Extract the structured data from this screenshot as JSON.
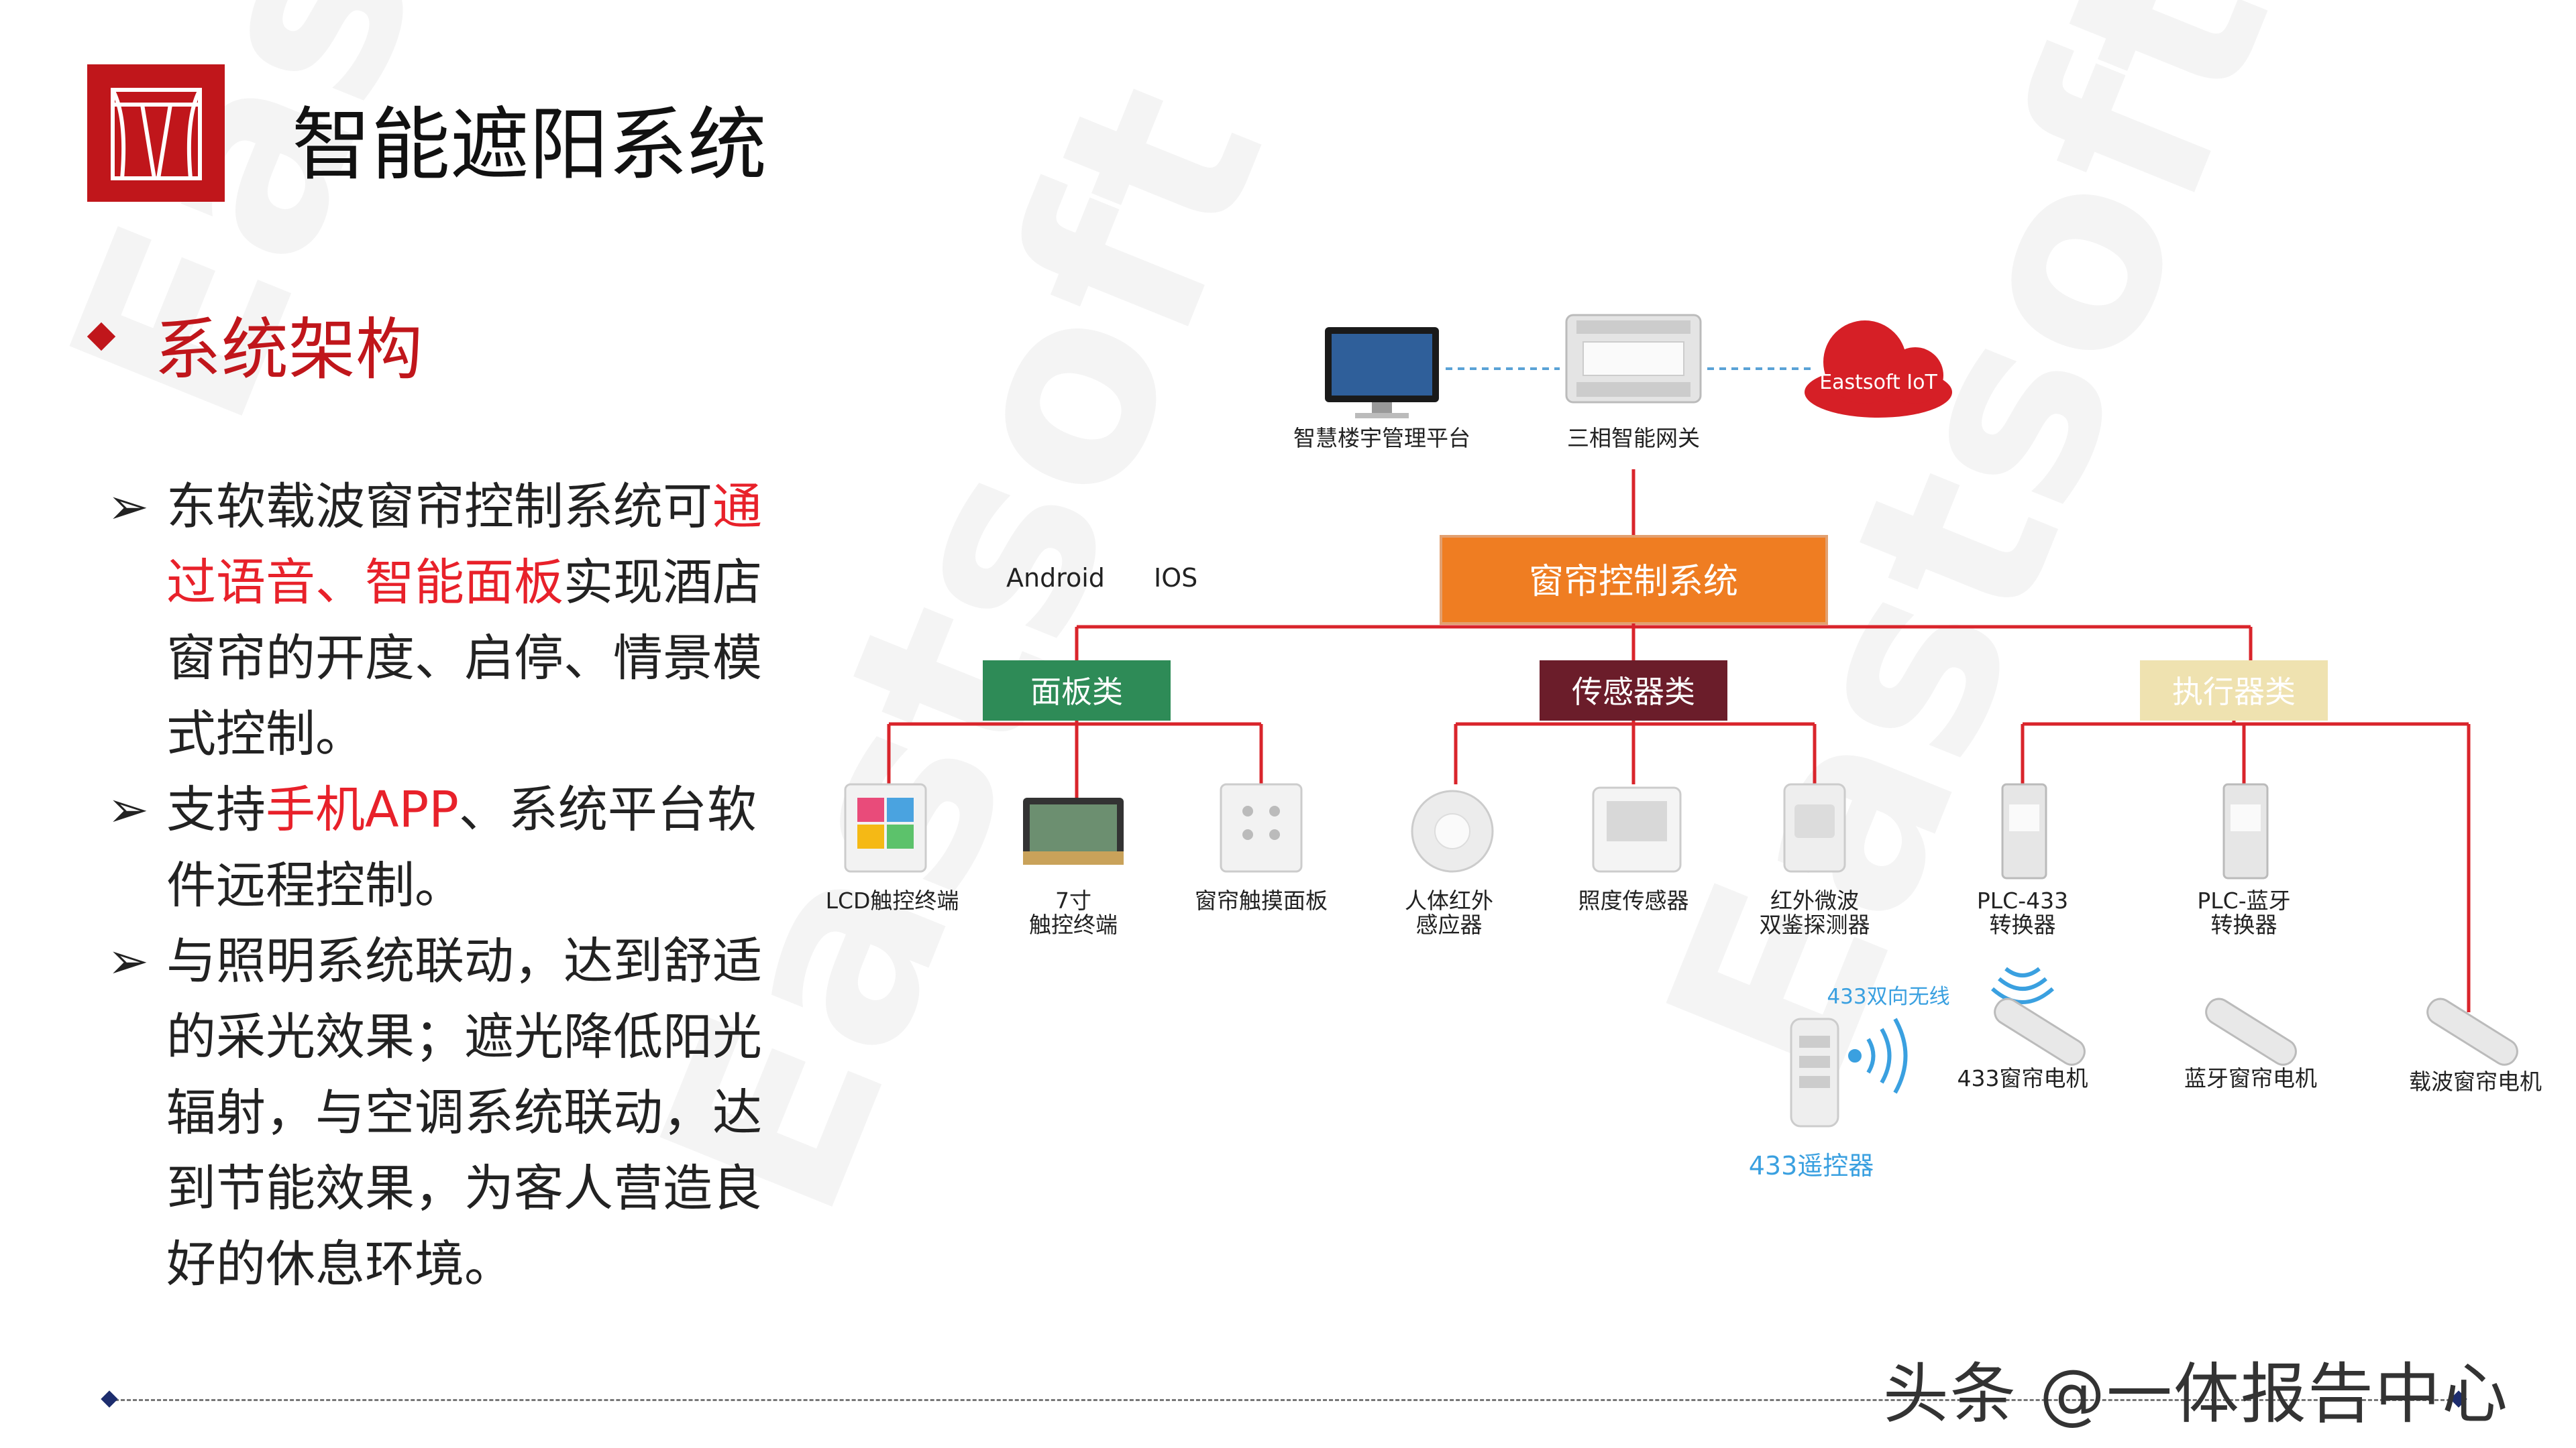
{
  "header": {
    "title": "智能遮阳系统",
    "section": "系统架构"
  },
  "bullets": [
    [
      {
        "t": "东软载波窗帘控制系统可",
        "red": false
      },
      {
        "t": "通过语音、智能面板",
        "red": true
      },
      {
        "t": "实现酒店窗帘的开度、启停、情景模式控制。",
        "red": false
      }
    ],
    [
      {
        "t": "支持",
        "red": false
      },
      {
        "t": "手机APP",
        "red": true
      },
      {
        "t": "、系统平台软件远程控制。",
        "red": false
      }
    ],
    [
      {
        "t": "与照明系统联动，达到舒适的采光效果；遮光降低阳光辐射，与空调系统联动，达到节能效果，为客人营造良好的休息环境。",
        "red": false
      }
    ]
  ],
  "diagram": {
    "top": {
      "mgmt": "智慧楼宇管理平台",
      "gateway": "三相智能网关",
      "cloud": "Eastsoft IoT"
    },
    "main_box": "窗帘控制系统",
    "clients": [
      "Android",
      "IOS"
    ],
    "categories": [
      {
        "label": "面板类",
        "color": "#2e8b57"
      },
      {
        "label": "传感器类",
        "color": "#6b1d2a"
      },
      {
        "label": "执行器类",
        "color": "#efe2b0"
      }
    ],
    "main_color": "#ef7d22",
    "line_color": "#d9242b",
    "panel_devices": [
      "LCD触控终端",
      "7寸|触控终端",
      "窗帘触摸面板"
    ],
    "sensor_devices": [
      "人体红外|感应器",
      "照度传感器",
      "红外微波|双鉴探测器"
    ],
    "actuator_devices": [
      "PLC-433|转换器",
      "PLC-蓝牙|转换器"
    ],
    "motors": [
      "433窗帘电机",
      "蓝牙窗帘电机",
      "载波窗帘电机"
    ],
    "remote": {
      "wireless": "433双向无线",
      "label": "433遥控器"
    }
  },
  "footer": {
    "credit": "头条 @一体报告中心"
  }
}
